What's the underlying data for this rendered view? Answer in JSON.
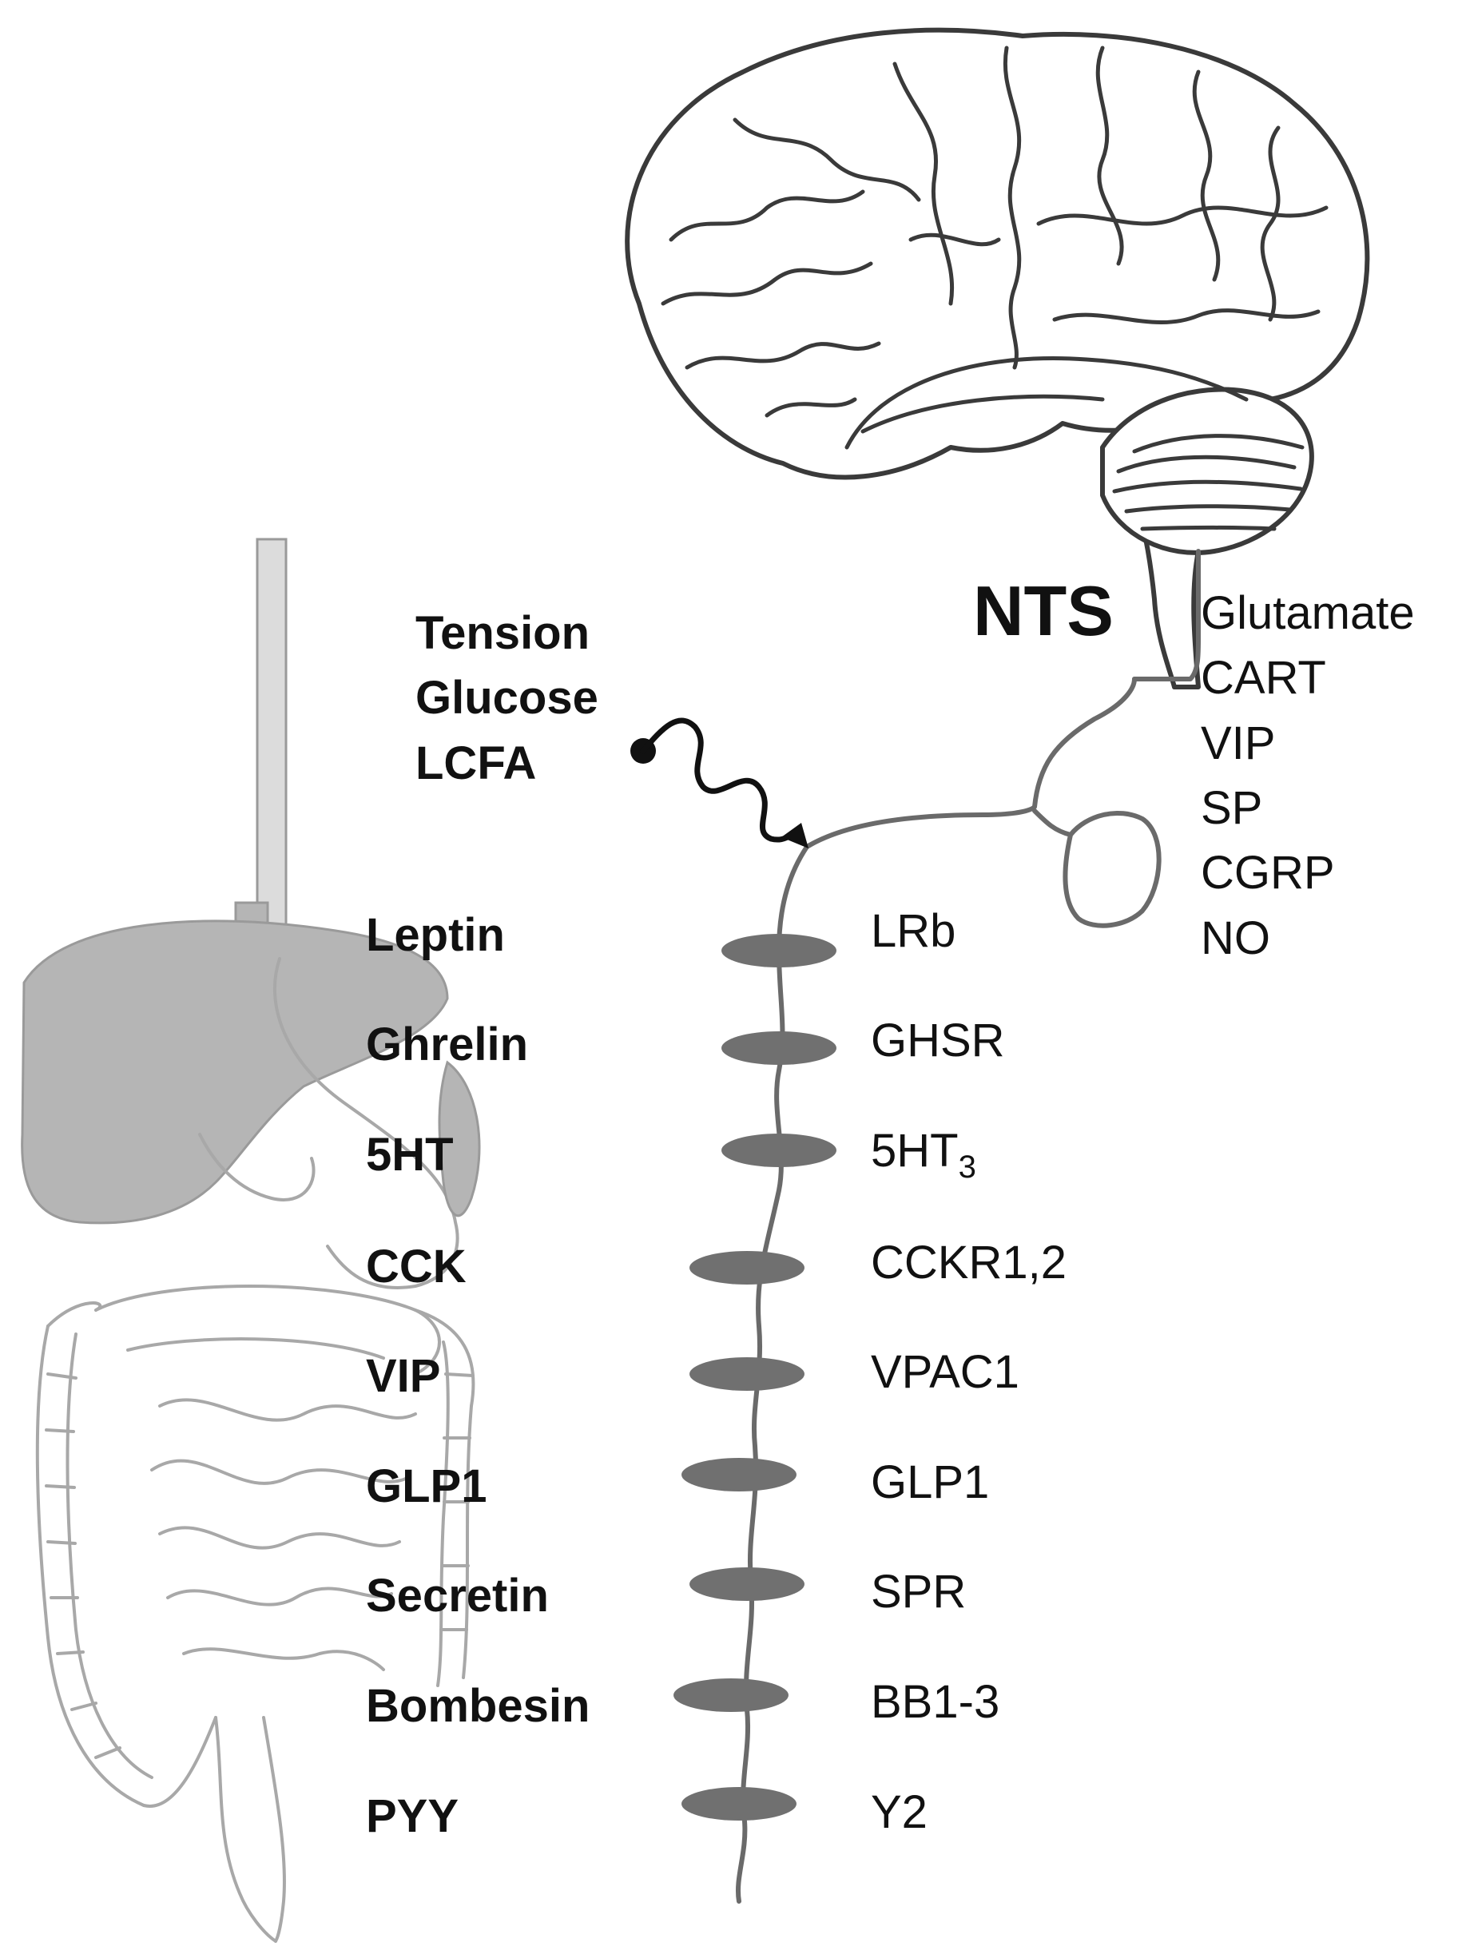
{
  "nucleus": {
    "label": "NTS"
  },
  "stimuli": [
    "Tension",
    "Glucose",
    "LCFA"
  ],
  "neurotransmitters": [
    "Glutamate",
    "CART",
    "VIP",
    "SP",
    "CGRP",
    "NO"
  ],
  "pairs": [
    {
      "ligand": "Leptin",
      "receptor": "LRb",
      "receptor_sub": ""
    },
    {
      "ligand": "Ghrelin",
      "receptor": "GHSR",
      "receptor_sub": ""
    },
    {
      "ligand": "5HT",
      "receptor": "5HT",
      "receptor_sub": "3"
    },
    {
      "ligand": "CCK",
      "receptor": "CCKR1,2",
      "receptor_sub": ""
    },
    {
      "ligand": "VIP",
      "receptor": "VPAC1",
      "receptor_sub": ""
    },
    {
      "ligand": "GLP1",
      "receptor": "GLP1",
      "receptor_sub": ""
    },
    {
      "ligand": "Secretin",
      "receptor": "SPR",
      "receptor_sub": ""
    },
    {
      "ligand": "Bombesin",
      "receptor": "BB1-3",
      "receptor_sub": ""
    },
    {
      "ligand": "PYY",
      "receptor": "Y2",
      "receptor_sub": ""
    }
  ],
  "colors": {
    "nerve": "#6a6a6a",
    "receptor": "#707070",
    "organs": "#a8a8a8",
    "brain_outline": "#3a3a3a"
  }
}
